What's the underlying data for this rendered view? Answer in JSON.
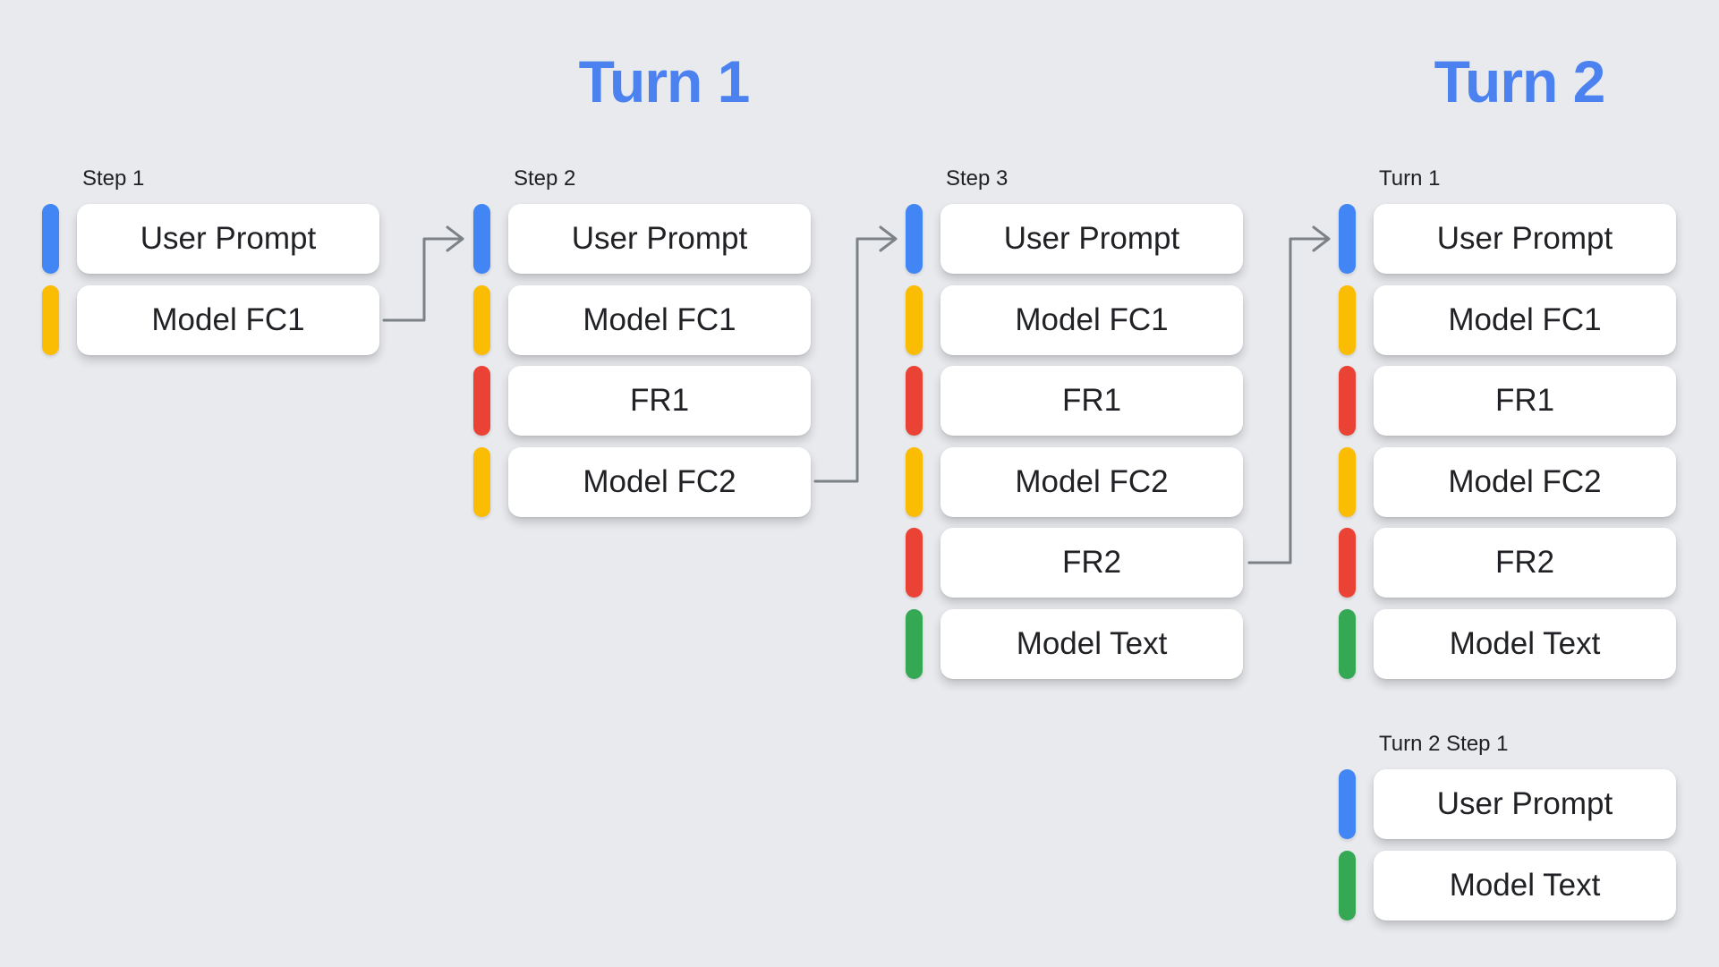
{
  "background": "#e9eaee",
  "palette": {
    "blue": "#4285F4",
    "yellow": "#FBBC04",
    "red": "#EA4335",
    "green": "#34A853",
    "title_blue": "#4C82F0",
    "arrow_gray": "#7D8286",
    "text": "#202124"
  },
  "titles": {
    "turn1": "Turn 1",
    "turn2": "Turn 2"
  },
  "columns": [
    {
      "label": "Step 1",
      "items": [
        {
          "text": "User Prompt",
          "pill_color": "#4285F4"
        },
        {
          "text": "Model FC1",
          "pill_color": "#FBBC04"
        }
      ]
    },
    {
      "label": "Step 2",
      "items": [
        {
          "text": "User Prompt",
          "pill_color": "#4285F4"
        },
        {
          "text": "Model FC1",
          "pill_color": "#FBBC04"
        },
        {
          "text": "FR1",
          "pill_color": "#EA4335"
        },
        {
          "text": "Model FC2",
          "pill_color": "#FBBC04"
        }
      ]
    },
    {
      "label": "Step 3",
      "items": [
        {
          "text": "User Prompt",
          "pill_color": "#4285F4"
        },
        {
          "text": "Model FC1",
          "pill_color": "#FBBC04"
        },
        {
          "text": "FR1",
          "pill_color": "#EA4335"
        },
        {
          "text": "Model FC2",
          "pill_color": "#FBBC04"
        },
        {
          "text": "FR2",
          "pill_color": "#EA4335"
        },
        {
          "text": "Model Text",
          "pill_color": "#34A853"
        }
      ]
    },
    {
      "label": "Turn 1",
      "items": [
        {
          "text": "User Prompt",
          "pill_color": "#4285F4"
        },
        {
          "text": "Model FC1",
          "pill_color": "#FBBC04"
        },
        {
          "text": "FR1",
          "pill_color": "#EA4335"
        },
        {
          "text": "Model FC2",
          "pill_color": "#FBBC04"
        },
        {
          "text": "FR2",
          "pill_color": "#EA4335"
        },
        {
          "text": "Model Text",
          "pill_color": "#34A853"
        }
      ]
    },
    {
      "label": "Turn 2 Step 1",
      "items": [
        {
          "text": "User Prompt",
          "pill_color": "#4285F4"
        },
        {
          "text": "Model Text",
          "pill_color": "#34A853"
        }
      ]
    }
  ],
  "arrows": [
    {
      "from": "Step 1 / Model FC1",
      "to": "Step 2 / User Prompt"
    },
    {
      "from": "Step 2 / Model FC2",
      "to": "Step 3 / User Prompt"
    },
    {
      "from": "Step 3 / FR2",
      "to": "Turn 1 / User Prompt"
    }
  ]
}
